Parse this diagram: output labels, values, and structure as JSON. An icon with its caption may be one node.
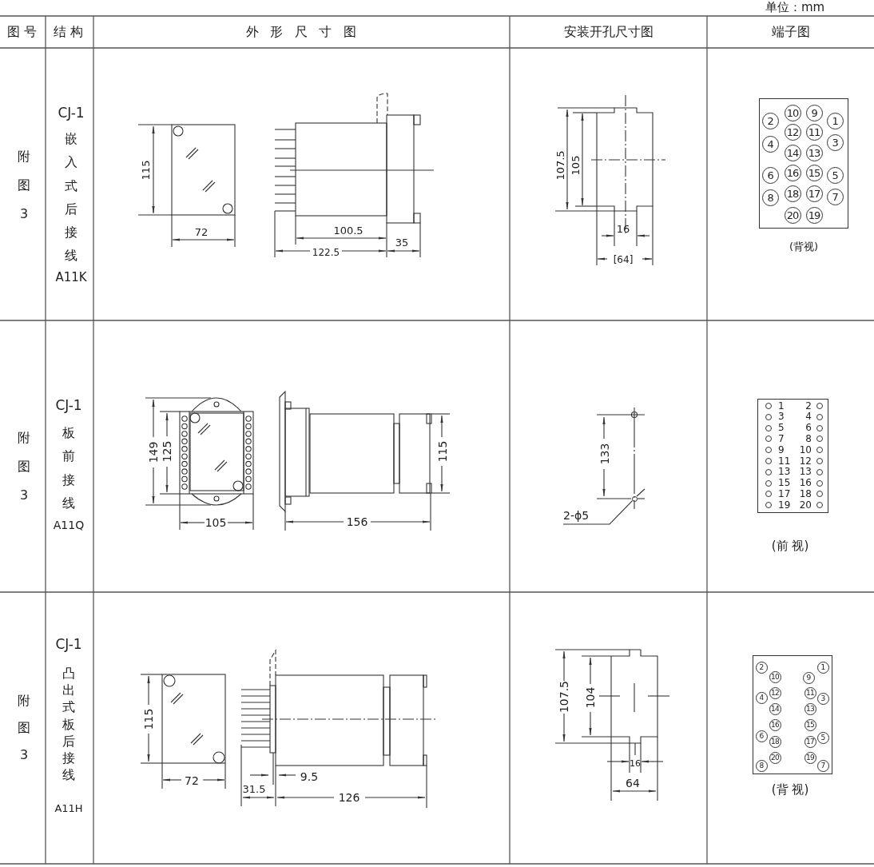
{
  "diagram": {
    "nodes": [
      {
        "text": [],
        "shape": "box"
      },
      {
        "text": [
          "2"
        ],
        "in": 0
      },
      {
        "text": [
          "10"
        ],
        "in": 0
      },
      {
        "text": [
          "9"
        ],
        "in": 0
      },
      {
        "text": [
          "1"
        ],
        "in": 0
      },
      {
        "text": [
          "4"
        ],
        "in": 0
      },
      {
        "text": [
          "12"
        ],
        "in": 0
      },
      {
        "text": [
          "11"
        ],
        "in": 0
      },
      {
        "text": [
          "3"
        ],
        "in": 0
      },
      {
        "text": [
          "14"
        ],
        "in": 0
      },
      {
        "text": [
          "13"
        ],
        "in": 0
      },
      {
        "text": [
          "6"
        ],
        "in": 0
      },
      {
        "text": [
          "16"
        ],
        "in": 0
      },
      {
        "text": [
          "15"
        ],
        "in": 0
      },
      {
        "text": [
          "5"
        ],
        "in": 0
      },
      {
        "text": [
          "8"
        ],
        "in": 0
      },
      {
        "text": [
          "18"
        ],
        "in": 0
      },
      {
        "text": [
          "17"
        ],
        "in": 0
      },
      {
        "text": [
          "7"
        ],
        "in": 0
      },
      {
        "text": [
          "20"
        ],
        "in": 0
      },
      {
        "text": [
          "19"
        ],
        "in": 0
      },
      {
        "text": [
          "2-ϕ5"
        ]
      },
      {
        "text": [],
        "shape": "circle"
      },
      {
        "text": [
          "1",
          "2",
          "3",
          "4",
          "5",
          "6",
          "7",
          "8",
          "9",
          "10",
          "11",
          "12",
          "13",
          "13",
          "15",
          "16",
          "17",
          "18",
          "19",
          "20"
        ]
      },
      {
        "text": [],
        "shape": "box"
      },
      {
        "text": [
          "2"
        ],
        "in": 24
      },
      {
        "text": [
          "1"
        ],
        "in": 24
      },
      {
        "text": [
          "10"
        ],
        "in": 24
      },
      {
        "text": [
          "9"
        ],
        "in": 24
      },
      {
        "text": [
          "4"
        ],
        "in": 24
      },
      {
        "text": [
          "12"
        ],
        "in": 24
      },
      {
        "text": [
          "11"
        ],
        "in": 24
      },
      {
        "text": [
          "3"
        ],
        "in": 24
      },
      {
        "text": [
          "14"
        ],
        "in": 24
      },
      {
        "text": [
          "13"
        ],
        "in": 24
      },
      {
        "text": [
          "16"
        ],
        "in": 24
      },
      {
        "text": [
          "15"
        ],
        "in": 24
      },
      {
        "text": [
          "6"
        ],
        "in": 24
      },
      {
        "text": [
          "18"
        ],
        "in": 24
      },
      {
        "text": [
          "17"
        ],
        "in": 24
      },
      {
        "text": [
          "5"
        ],
        "in": 24
      },
      {
        "text": [
          "20"
        ],
        "in": 24
      },
      {
        "text": [
          "19"
        ],
        "in": 24
      },
      {
        "text": [
          "8"
        ],
        "in": 24
      },
      {
        "text": [
          "7"
        ],
        "in": 24
      }
    ],
    "edges": [
      {
        "from": 21,
        "to": 22,
        "arrow": "none"
      }
    ],
    "labels": [
      "单位：mm",
      "图号",
      "结构",
      "外形尺寸图",
      "安装开孔尺寸图",
      "端子图",
      "附图3",
      "CJ-1",
      "嵌入式后接线",
      "A11K",
      "115",
      "72",
      "100.5",
      "122.5",
      "35",
      "107.5",
      "105",
      "16",
      "[64]",
      "(背视)",
      "附图3",
      "CJ-1",
      "板前接线",
      "A11Q",
      "149",
      "125",
      "105",
      "156",
      "115",
      "133",
      "(前 视)",
      "附图3",
      "CJ-1",
      "凸出式板后接线",
      "A11H",
      "115",
      "72",
      "9.5",
      "31.5",
      "126",
      "107.5",
      "104",
      "16",
      "64",
      "(背 视)"
    ]
  }
}
